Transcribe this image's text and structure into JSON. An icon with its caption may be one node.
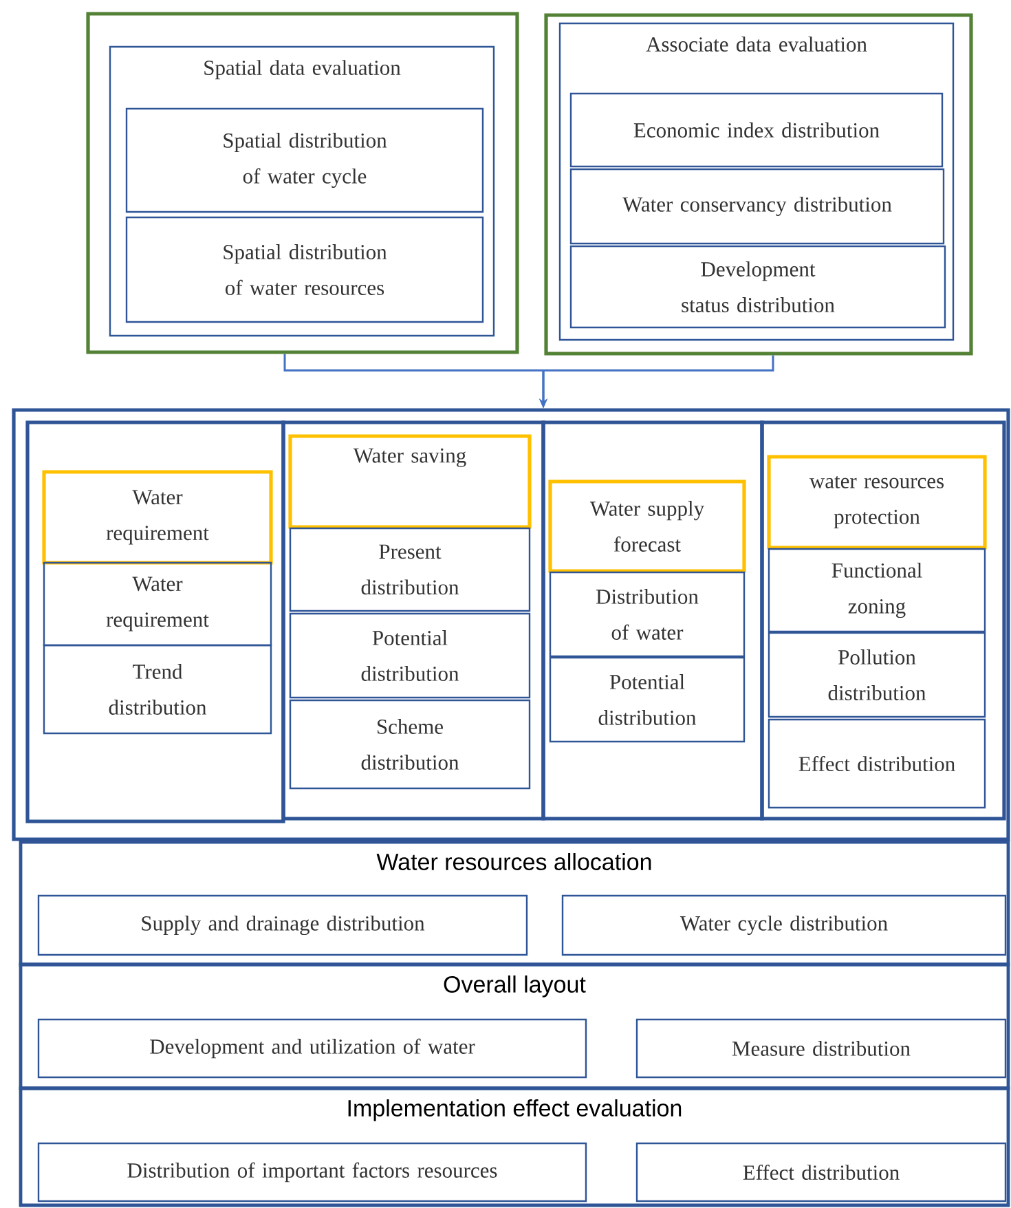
{
  "diagram": {
    "nodes": [
      {
        "text": [],
        "shape": "box"
      },
      {
        "text": [
          "Spatial data evaluation"
        ],
        "in": 0
      },
      {
        "text": [
          "Spatial distribution of water cycle"
        ],
        "in": 1
      },
      {
        "text": [
          "Spatial distribution of water resources"
        ],
        "in": 1
      },
      {
        "text": [],
        "shape": "box"
      },
      {
        "text": [
          "Associate data evaluation"
        ],
        "in": 4
      },
      {
        "text": [
          "Economic index distribution"
        ],
        "in": 5
      },
      {
        "text": [
          "Water conservancy distribution"
        ],
        "in": 5
      },
      {
        "text": [
          "Development status distribution"
        ],
        "in": 5
      },
      {
        "text": [],
        "shape": "box"
      },
      {
        "text": [],
        "shape": "box",
        "in": 9
      },
      {
        "text": [
          "Water requirement"
        ],
        "in": 10
      },
      {
        "text": [
          "Water requirement"
        ],
        "in": 10
      },
      {
        "text": [
          "Trend distribution"
        ],
        "in": 10
      },
      {
        "text": [],
        "shape": "box",
        "in": 9
      },
      {
        "text": [
          "Water saving"
        ],
        "in": 14
      },
      {
        "text": [
          "Present distribution"
        ],
        "in": 14
      },
      {
        "text": [
          "Potential distribution"
        ],
        "in": 14
      },
      {
        "text": [
          "Scheme distribution"
        ],
        "in": 14
      },
      {
        "text": [],
        "shape": "box",
        "in": 9
      },
      {
        "text": [
          "Water supply forecast"
        ],
        "in": 19
      },
      {
        "text": [
          "Distribution of water"
        ],
        "in": 19
      },
      {
        "text": [
          "Potential distribution"
        ],
        "in": 19
      },
      {
        "text": [],
        "shape": "box",
        "in": 9
      },
      {
        "text": [
          "water resources protection"
        ],
        "in": 23
      },
      {
        "text": [
          "Functional zoning"
        ],
        "in": 23
      },
      {
        "text": [
          "Pollution distribution"
        ],
        "in": 23
      },
      {
        "text": [
          "Effect distribution"
        ],
        "in": 23
      },
      {
        "text": [
          "Water resources allocation"
        ]
      },
      {
        "text": [
          "Supply and drainage distribution"
        ],
        "in": 28
      },
      {
        "text": [
          "Water cycle distribution"
        ],
        "in": 28
      },
      {
        "text": [
          "Overall layout"
        ]
      },
      {
        "text": [
          "Development and utilization of water"
        ],
        "in": 31
      },
      {
        "text": [
          "Measure distribution"
        ],
        "in": 31
      },
      {
        "text": [
          "Implementation effect evaluation"
        ]
      },
      {
        "text": [
          "Distribution of important factors resources"
        ],
        "in": 34
      },
      {
        "text": [
          "Effect distribution"
        ],
        "in": 34
      }
    ],
    "edges": [
      {
        "from": 0,
        "to": 9,
        "arrow": "to"
      },
      {
        "from": 4,
        "to": 9,
        "arrow": "to"
      }
    ]
  }
}
